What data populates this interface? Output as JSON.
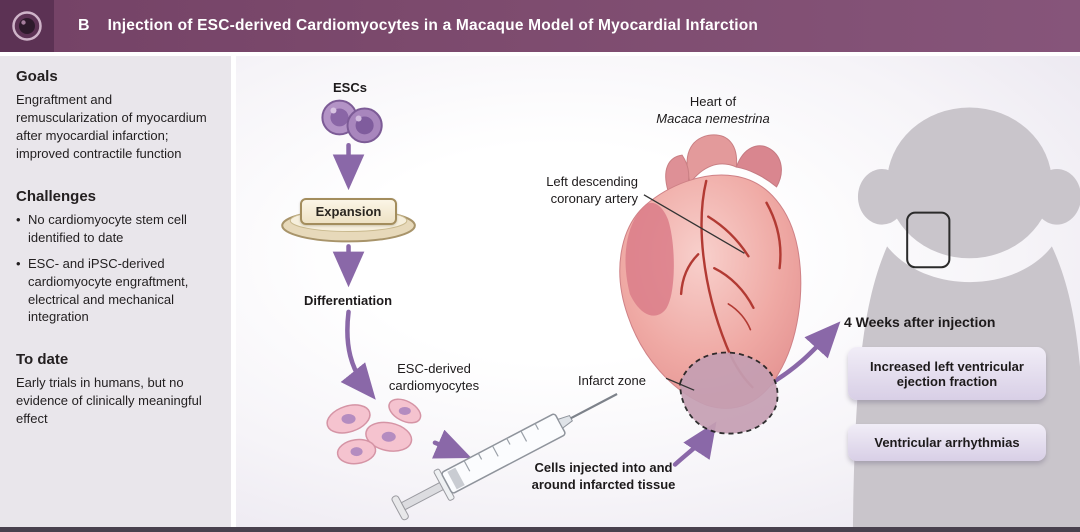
{
  "header": {
    "panel_label": "B",
    "title": "Injection of ESC-derived Cardiomyocytes in a Macaque Model of Myocardial Infarction"
  },
  "sidebar": {
    "goals": {
      "heading": "Goals",
      "body": "Engraftment and remuscularization of myocardium after myocardial infarction; improved contractile function"
    },
    "challenges": {
      "heading": "Challenges",
      "bullets": [
        "No cardiomyocyte stem cell identified to date",
        "ESC- and iPSC-derived cardiomyocyte engraftment, electrical and mechanical integration"
      ]
    },
    "to_date": {
      "heading": "To date",
      "body": "Early trials in humans, but no evidence of clinically meaningful effect"
    }
  },
  "diagram": {
    "escs_label": "ESCs",
    "expansion_label": "Expansion",
    "differentiation_label": "Differentiation",
    "cardiomyocytes_label": "ESC-derived cardiomyocytes",
    "heart_of_label": "Heart of",
    "species_label": "Macaca nemestrina",
    "coronary_artery_label": "Left descending coronary artery",
    "infarct_zone_label": "Infarct zone",
    "cells_injected_label": "Cells injected into and around infarcted tissue",
    "four_weeks_label": "4 Weeks after injection",
    "outcomes": [
      "Increased left ventricular ejection fraction",
      "Ventricular arrhythmias"
    ]
  },
  "colors": {
    "header_bg": "#7d4b6e",
    "sidebar_bg": "#e9e6eb",
    "arrow_purple": "#8a68a8",
    "heart_pink": "#efa9a4",
    "infarct_mauve": "#c59fb3",
    "esc_cell_purple": "#a886bd",
    "cardiomyocyte_pink": "#f4bcc9",
    "outcome_box_bg": "#ded6ea",
    "monkey_silhouette": "#c9c5cb"
  }
}
